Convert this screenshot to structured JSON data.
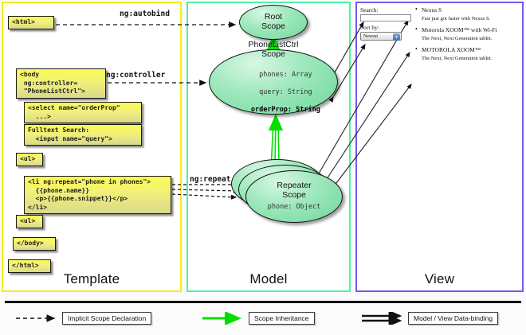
{
  "panels": {
    "template": {
      "label": "Template",
      "border_color": "#f2ef18"
    },
    "model": {
      "label": "Model",
      "border_color": "#4df2a3"
    },
    "view": {
      "label": "View",
      "border_color": "#6f5ef0"
    }
  },
  "template_code": {
    "html_open": "<html>",
    "body_open": "<body\n ng:controller=\n \"PhoneListCtrl\">",
    "select_tag": "<select name=\"orderProp\"\n  ...>",
    "search_tag": "Fulltext Search:\n  <input name=\"query\">",
    "ul_open": "<ul>",
    "li_repeat": "<li ng:repeat=\"phone in phones\">\n  {{phone.name}}\n  <p>{{phone.snippet}}</p>\n</li>",
    "ul_close": "<ul>",
    "body_close": "</body>",
    "html_close": "</html>"
  },
  "edge_labels": {
    "autobind": "ng:autobind",
    "controller": "ng:controller",
    "repeat": "ng:repeat"
  },
  "model_scopes": [
    {
      "name": "root",
      "title": "Root\nScope",
      "title_line1": "Root",
      "title_line2": "Scope",
      "props": ""
    },
    {
      "name": "phonelistctrl",
      "title_line1": "PhoneListCtrl",
      "title_line2": "Scope",
      "props_lines": [
        "phones: Array",
        "query: String"
      ],
      "props_bold": "orderProp: String"
    },
    {
      "name": "repeater",
      "title_line1": "Repeater",
      "title_line2": "Scope",
      "props": "phone: Object"
    }
  ],
  "view": {
    "search_label": "Search:",
    "search_value": "",
    "sort_label": "Sort by:",
    "sort_selected": "Newest",
    "sort_options": [
      "Newest"
    ],
    "phones": [
      {
        "name": "Nexus S",
        "snippet": "Fast just got faster with Nexus S."
      },
      {
        "name": "Motorola XOOM™  with Wi-Fi",
        "snippet": "The Next, Next Generation tablet."
      },
      {
        "name": "MOTOROLA XOOM™",
        "snippet": "The Next, Next Generation tablet."
      }
    ]
  },
  "legend": [
    {
      "key": "implicit",
      "label": "Implicit Scope Declaration",
      "glyph": "dashed-arrow-icon",
      "color": "#111111"
    },
    {
      "key": "inherit",
      "label": "Scope Inheritance",
      "glyph": "green-arrow-icon",
      "color": "#00e000"
    },
    {
      "key": "binding",
      "label": "Model / View Data-binding",
      "glyph": "double-arrow-icon",
      "color": "#111111"
    }
  ]
}
